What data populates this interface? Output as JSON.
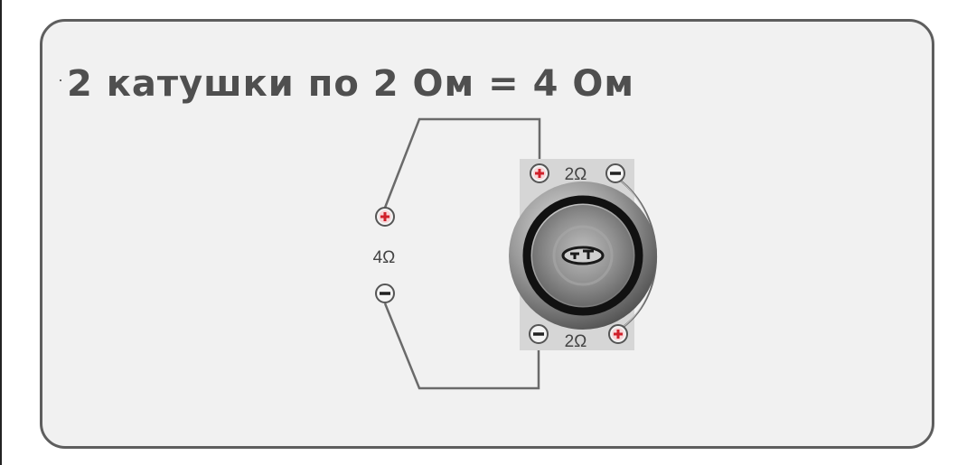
{
  "title": "2 катушки по 2 Ом = 4 Ом",
  "amp_terminals": {
    "plus_symbol": "+",
    "impedance_label": "4Ω",
    "minus_symbol": "−"
  },
  "speaker": {
    "coil_top": {
      "left_terminal": "+",
      "label": "2Ω",
      "right_terminal": "−"
    },
    "coil_bottom": {
      "left_terminal": "−",
      "label": "2Ω",
      "right_terminal": "+"
    },
    "logo_icon": "oval-logo-icon"
  },
  "colors": {
    "background": "#f1f1f1",
    "border": "#5e5e5e",
    "title": "#4f4f4f",
    "wire": "#6a6a6a",
    "plus": "#d0202a",
    "minus": "#333333",
    "speaker_box": "#d4d4d4"
  }
}
